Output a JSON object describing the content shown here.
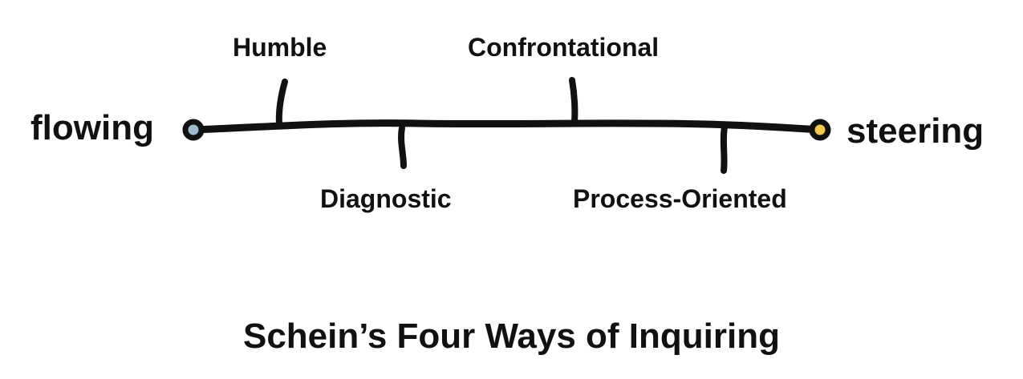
{
  "spectrum": {
    "left_end": {
      "label": "flowing",
      "color": "#9bbccc"
    },
    "right_end": {
      "label": "steering",
      "color": "#f2c94c"
    },
    "ways": [
      {
        "label": "Humble",
        "side": "above"
      },
      {
        "label": "Diagnostic",
        "side": "below"
      },
      {
        "label": "Confrontational",
        "side": "above"
      },
      {
        "label": "Process-Oriented",
        "side": "below"
      }
    ]
  },
  "title": "Schein’s Four Ways of Inquiring",
  "colors": {
    "line": "#111111",
    "background": "#ffffff"
  }
}
